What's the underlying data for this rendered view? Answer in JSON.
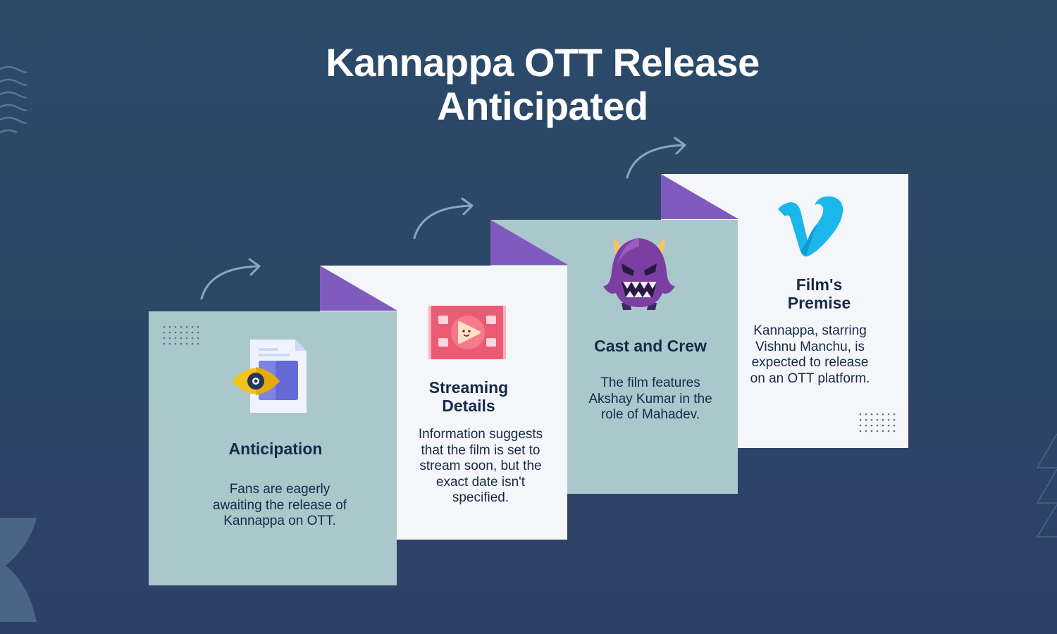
{
  "title": {
    "line1": "Kannappa OTT Release",
    "line2": "Anticipated"
  },
  "colors": {
    "teal_card": "#aac7cb",
    "white_card": "#f4f6f9",
    "fold": "#7f5bbe",
    "text_dark": "#17294a",
    "arrow": "#8da4c4"
  },
  "steps": [
    {
      "heading": [
        "Anticipation"
      ],
      "body": "Fans are eagerly awaiting the release of Kannappa on OTT.",
      "icon": "eye-document-icon"
    },
    {
      "heading": [
        "Streaming",
        "Details"
      ],
      "body": "Information suggests that the film is set to stream soon, but the exact date isn't specified.",
      "icon": "video-film-icon"
    },
    {
      "heading": [
        "Cast and Crew"
      ],
      "body": "The film features Akshay Kumar in the role of Mahadev.",
      "icon": "monster-face-icon"
    },
    {
      "heading": [
        "Film's",
        "Premise"
      ],
      "body": "Kannappa, starring Vishnu Manchu, is expected to release on an OTT platform.",
      "icon": "vimeo-logo-icon"
    }
  ]
}
